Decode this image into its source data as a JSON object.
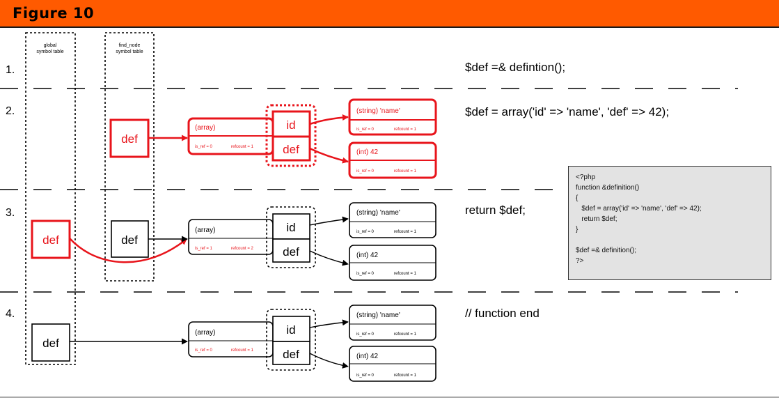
{
  "figure_title": "Figure 10",
  "column_labels": {
    "global": [
      "global",
      "symbol table"
    ],
    "find_node": [
      "find_node",
      "symbol table"
    ]
  },
  "steps": [
    {
      "number": "1.",
      "statement": "$def =& defintion();"
    },
    {
      "number": "2.",
      "statement": "$def = array('id' => 'name', 'def' => 42);"
    },
    {
      "number": "3.",
      "statement": "return $def;"
    },
    {
      "number": "4.",
      "statement": "// function end"
    }
  ],
  "labels": {
    "var_name": "def",
    "array_type": "(array)",
    "key_id": "id",
    "key_def": "def",
    "string_type": "(string) 'name'",
    "int_type": "(int) 42"
  },
  "refs": {
    "step2_array": {
      "is_ref": "is_ref = 0",
      "refcount": "refcount = 1"
    },
    "step3_array": {
      "is_ref": "is_ref = 1",
      "refcount": "refcount = 2"
    },
    "step4_array": {
      "is_ref": "is_ref = 0",
      "refcount": "refcount = 1"
    },
    "value": {
      "is_ref": "is_ref = 0",
      "refcount": "refcount = 1"
    }
  },
  "code": [
    "<?php",
    "function &definition()",
    "{",
    "   $def = array('id' => 'name', 'def' => 42);",
    "   return $def;",
    "}",
    "",
    "$def =& definition();",
    "?>"
  ],
  "colors": {
    "highlight": "#e8141b",
    "header": "#ff5a00",
    "ink": "#000000",
    "code_bg": "#e3e3e3"
  }
}
